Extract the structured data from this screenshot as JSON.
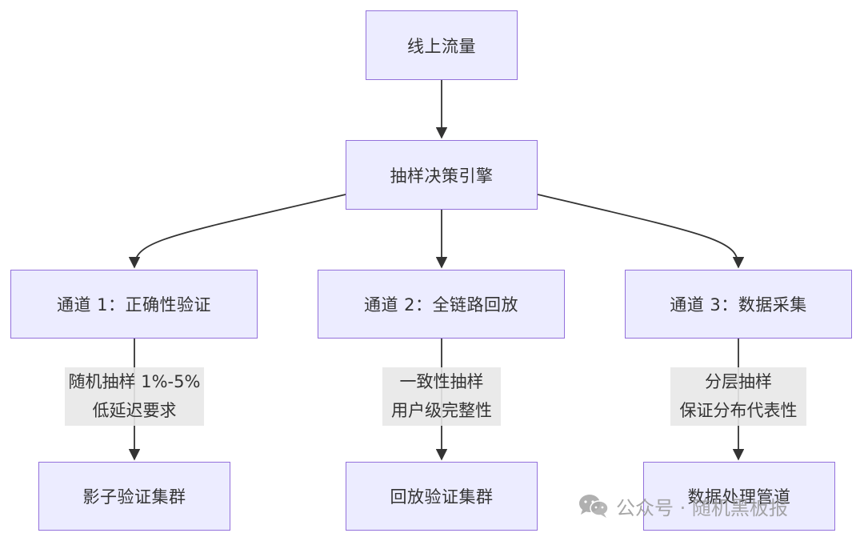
{
  "nodes": {
    "online_traffic": "线上流量",
    "sampling_engine": "抽样决策引擎",
    "channel1": "通道 1：正确性验证",
    "channel2": "通道 2：全链路回放",
    "channel3": "通道 3：数据采集",
    "shadow_cluster": "影子验证集群",
    "replay_cluster": "回放验证集群",
    "data_pipeline": "数据处理管道"
  },
  "edge_labels": {
    "ch1": [
      "随机抽样 1%-5%",
      "低延迟要求"
    ],
    "ch2": [
      "一致性抽样",
      "用户级完整性"
    ],
    "ch3": [
      "分层抽样",
      "保证分布代表性"
    ]
  },
  "watermark": {
    "text": "公众号 · 随机黑板报",
    "icon": "wechat-icon"
  },
  "colors": {
    "node_fill": "#ECECFF",
    "node_border": "#9370DB",
    "edge": "#333333",
    "label_bg": "#E8E8E8"
  }
}
